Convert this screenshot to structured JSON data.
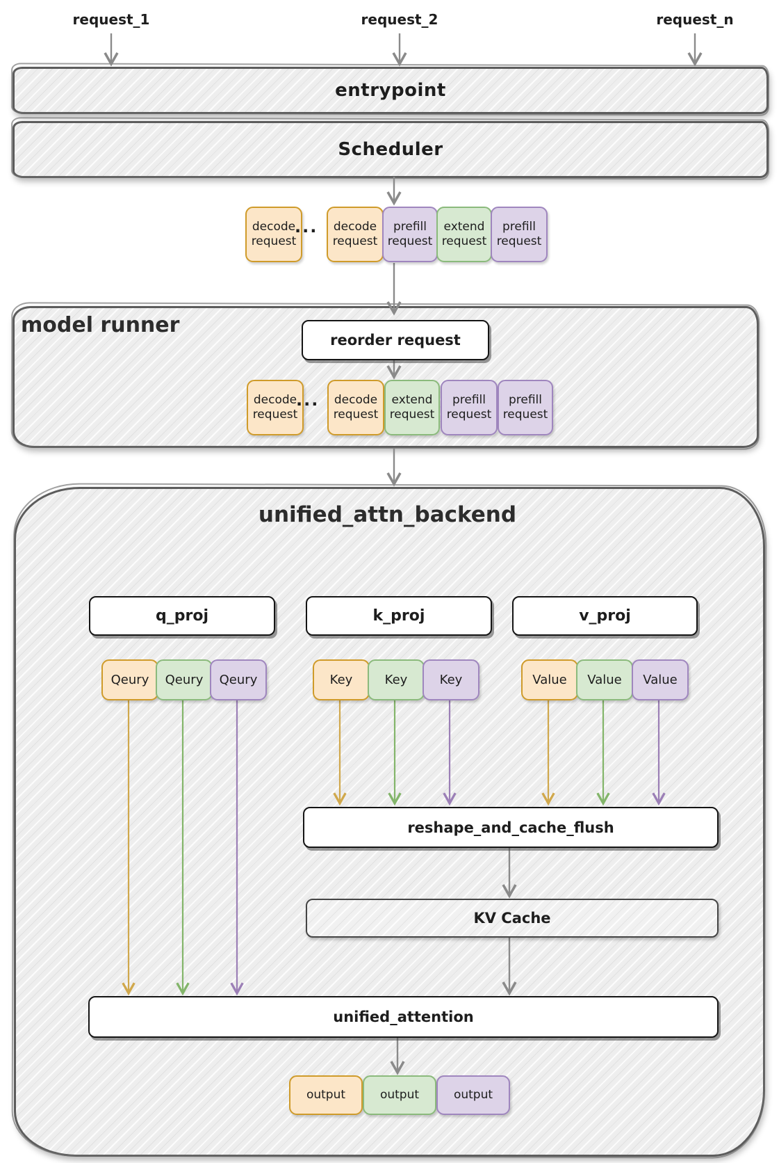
{
  "colors": {
    "orange_fill": "#fce6c8",
    "orange_border": "#cf9b2a",
    "green_fill": "#d7e9d1",
    "green_border": "#8bba7c",
    "purple_fill": "#ddd3e8",
    "purple_border": "#9f86be",
    "arrow_gray": "#8a8a8a",
    "arrow_orange": "#d0a84c",
    "arrow_green": "#83b56a",
    "arrow_purple": "#9b7fb6",
    "container_border": "#5c5c5c",
    "container_fill": "#eeeeee"
  },
  "top": {
    "requests": [
      "request_1",
      "request_2",
      "request_n"
    ],
    "entrypoint_label": "entrypoint",
    "scheduler_label": "Scheduler"
  },
  "scheduler_output_row": {
    "ellipsis": "...",
    "boxes": [
      {
        "line1": "decode",
        "line2": "request",
        "color": "orange"
      },
      {
        "line1": "decode",
        "line2": "request",
        "color": "orange"
      },
      {
        "line1": "prefill",
        "line2": "request",
        "color": "purple"
      },
      {
        "line1": "extend",
        "line2": "request",
        "color": "green"
      },
      {
        "line1": "prefill",
        "line2": "request",
        "color": "purple"
      }
    ]
  },
  "model_runner": {
    "title": "model runner",
    "reorder_label": "reorder request",
    "reordered_row": {
      "ellipsis": "...",
      "boxes": [
        {
          "line1": "decode",
          "line2": "request",
          "color": "orange"
        },
        {
          "line1": "decode",
          "line2": "request",
          "color": "orange"
        },
        {
          "line1": "extend",
          "line2": "request",
          "color": "green"
        },
        {
          "line1": "prefill",
          "line2": "request",
          "color": "purple"
        },
        {
          "line1": "prefill",
          "line2": "request",
          "color": "purple"
        }
      ]
    }
  },
  "backend": {
    "title": "unified_attn_backend",
    "proj_boxes": [
      "q_proj",
      "k_proj",
      "v_proj"
    ],
    "query_boxes": [
      "Qeury",
      "Qeury",
      "Qeury"
    ],
    "key_boxes": [
      "Key",
      "Key",
      "Key"
    ],
    "value_boxes": [
      "Value",
      "Value",
      "Value"
    ],
    "reshape_label": "reshape_and_cache_flush",
    "kv_cache_label": "KV Cache",
    "unified_attention_label": "unified_attention",
    "output_boxes": [
      "output",
      "output",
      "output"
    ]
  }
}
